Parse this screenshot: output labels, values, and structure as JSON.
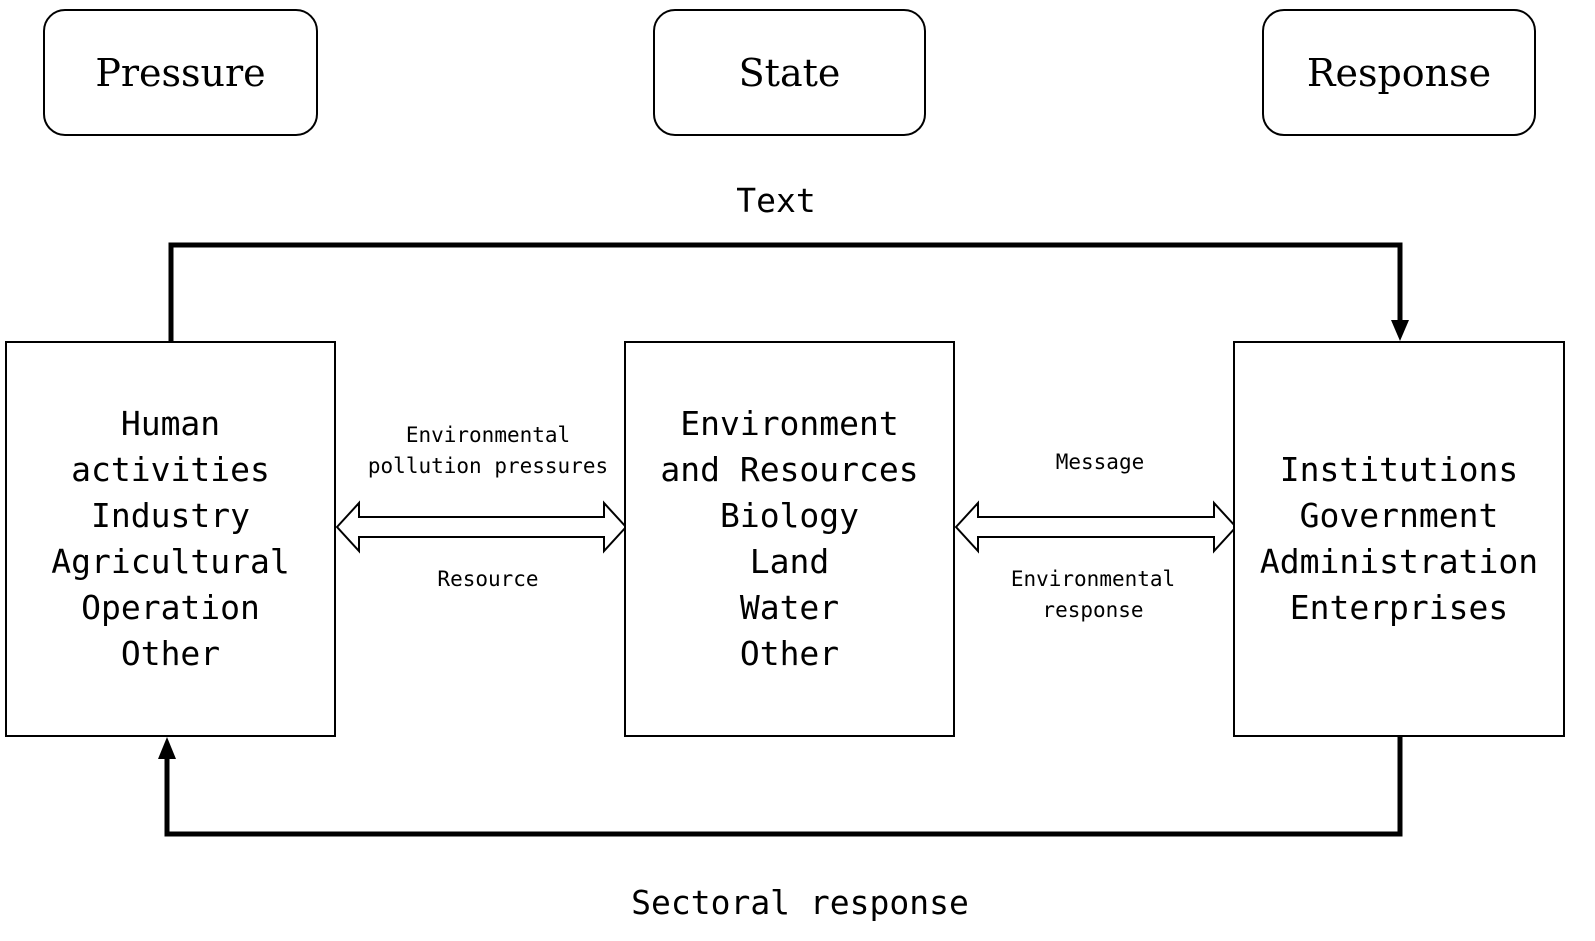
{
  "headers": {
    "pressure": "Pressure",
    "state": "State",
    "response": "Response"
  },
  "boxes": {
    "pressure": [
      "Human",
      "activities",
      "Industry",
      "Agricultural",
      "Operation",
      "Other"
    ],
    "state": [
      "Environment",
      "and Resources",
      "Biology",
      "Land",
      "Water",
      "Other"
    ],
    "response": [
      "Institutions",
      "Government",
      "Administration",
      "Enterprises"
    ]
  },
  "labels": {
    "top_feedback": "Text",
    "bottom_feedback": "Sectoral response",
    "pressure_state_top": [
      "Environmental",
      "pollution pressures"
    ],
    "pressure_state_bottom": "Resource",
    "state_response_top": "Message",
    "state_response_bottom": [
      "Environmental",
      "response"
    ]
  }
}
